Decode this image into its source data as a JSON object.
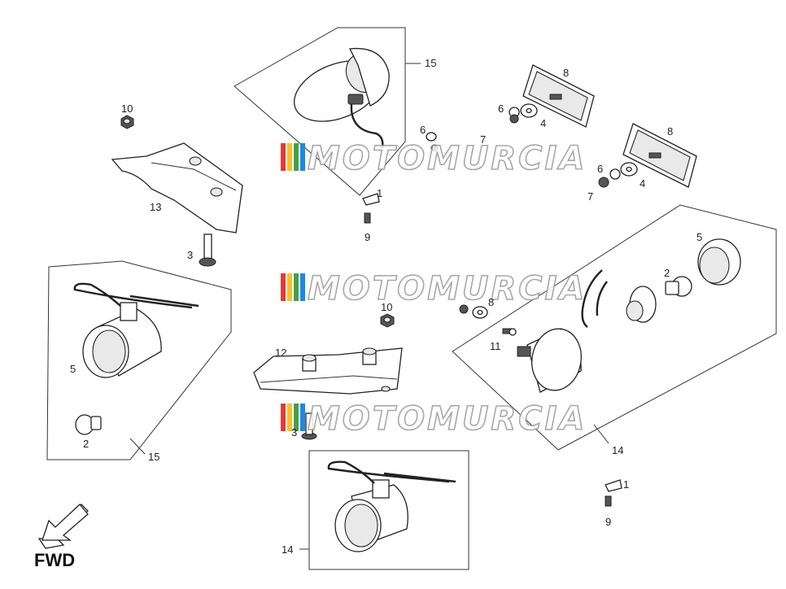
{
  "watermark": {
    "text": "MOTOMURCIA",
    "stripe_colors": [
      "#e53935",
      "#fbc02d",
      "#43a047",
      "#1e88e5"
    ]
  },
  "direction_label": "FWD",
  "callouts": {
    "c15_top": "15",
    "c8_a": "8",
    "c8_b": "8",
    "c6_a": "6",
    "c6_b": "6",
    "c6_c": "6",
    "c4_a": "4",
    "c4_b": "4",
    "c7_a": "7",
    "c7_b": "7",
    "c10_a": "10",
    "c10_b": "10",
    "c13": "13",
    "c1_a": "1",
    "c1_b": "1",
    "c9_a": "9",
    "c9_b": "9",
    "c3_a": "3",
    "c3_b": "3",
    "c5_a": "5",
    "c5_b": "5",
    "c2_a": "2",
    "c2_b": "2",
    "c15_left": "15",
    "c12": "12",
    "c11": "11",
    "c8_c": "8",
    "c14_right": "14",
    "c14_bottom": "14"
  }
}
